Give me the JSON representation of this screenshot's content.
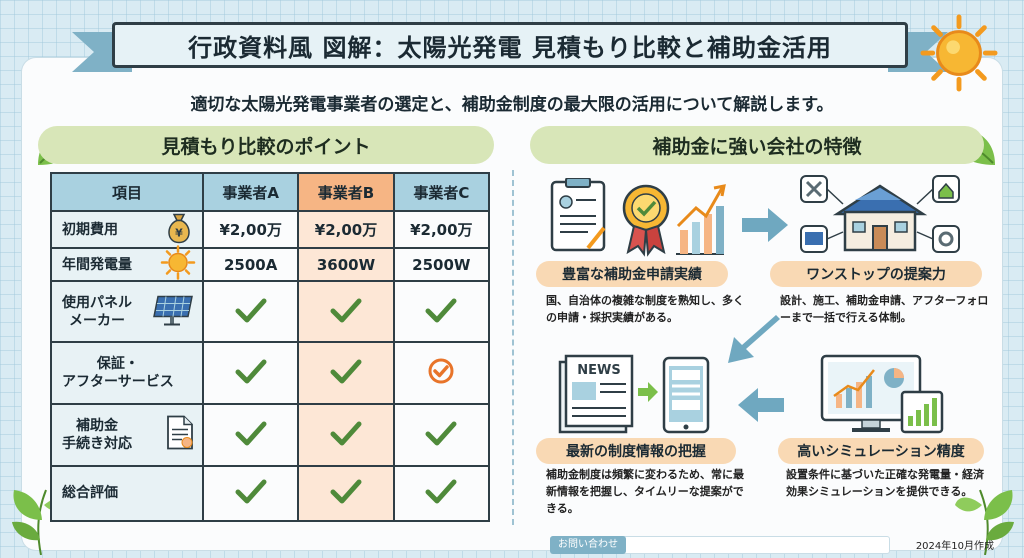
{
  "title": "行政資料風 図解：太陽光発電 見積もり比較と補助金活用",
  "subtitle": "適切な太陽光発電事業者の選定と、補助金制度の最大限の活用について解説します。",
  "left_section": {
    "heading": "見積もり比較のポイント",
    "columns": [
      "項目",
      "事業者A",
      "事業者B",
      "事業者C"
    ],
    "rows": [
      {
        "label": "初期費用",
        "icon": "money-bag-icon",
        "a": "¥2,00万",
        "b": "¥2,00万",
        "c": "¥2,00万"
      },
      {
        "label": "年間発電量",
        "icon": "sun-icon",
        "a": "2500A",
        "b": "3600W",
        "c": "2500W"
      },
      {
        "label": "使用パネル\nメーカー",
        "icon": "solar-panel-icon",
        "a": "check",
        "b": "check",
        "c": "check"
      },
      {
        "label": "保証・\nアフターサービス",
        "icon": "",
        "a": "check",
        "b": "check",
        "c": "circle-check"
      },
      {
        "label": "補助金\n手続き対応",
        "icon": "document-icon",
        "a": "check",
        "b": "check",
        "c": "check"
      },
      {
        "label": "総合評価",
        "icon": "",
        "a": "check",
        "b": "check",
        "c": "check"
      }
    ]
  },
  "right_section": {
    "heading": "補助金に強い会社の特徴",
    "features": [
      {
        "title": "豊富な補助金申請実績",
        "desc": "国、自治体の複雑な制度を熟知し、多くの申請・採択実績がある。"
      },
      {
        "title": "ワンストップの提案力",
        "desc": "設計、施工、補助金申請、アフターフォローまで一括で行える体制。"
      },
      {
        "title": "最新の制度情報の把握",
        "desc": "補助金制度は頻繁に変わるため、常に最新情報を把握し、タイムリーな提案ができる。"
      },
      {
        "title": "高いシミュレーション精度",
        "desc": "設置条件に基づいた正確な発電量・経済効果シミュレーションを提供できる。"
      }
    ],
    "news_label": "NEWS"
  },
  "footer": {
    "contact_label": "お問い合わせ",
    "date": "2024年10月作成"
  },
  "colors": {
    "accent_orange": "#f6b584",
    "header_blue": "#a9d1e0",
    "check_green": "#4f8a3a",
    "pill": "#f9d9b4"
  }
}
